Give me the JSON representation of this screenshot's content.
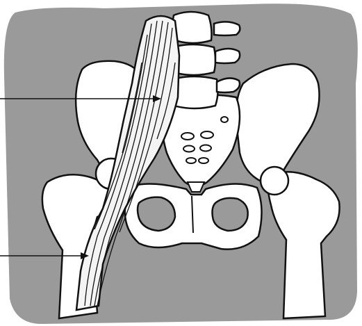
{
  "diagram": {
    "subject": "pelvis-psoas-anatomy",
    "colors": {
      "background_panel": "#9a9a9a",
      "bone_fill": "#ffffff",
      "outline": "#111111",
      "muscle_fill": "#f4f4f4"
    },
    "callouts": [
      {
        "target": "psoas-muscle-belly",
        "label": ""
      },
      {
        "target": "psoas-tendon-insertion",
        "label": ""
      }
    ]
  }
}
